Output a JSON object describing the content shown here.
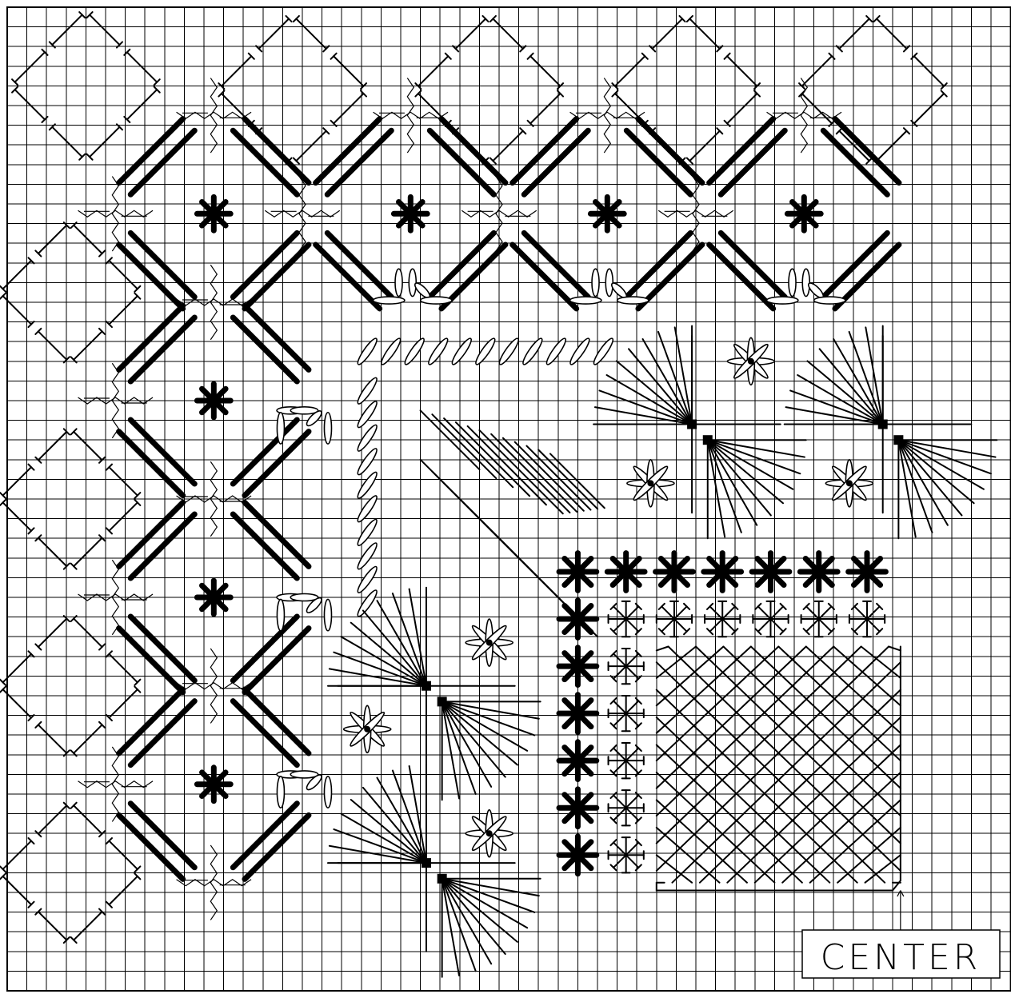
{
  "diagram": {
    "grid": {
      "cols": 51,
      "rows": 50
    },
    "center_label": "CENTER",
    "ink": "#000000",
    "paper": "#ffffff",
    "motifs": [
      "double-cross-border",
      "smyrna-star",
      "wavy-backstitch-cross",
      "laid-oval-cluster",
      "diagonal-satin-block",
      "ray-fan",
      "oval-star",
      "asterisk-band",
      "cross-hatch-square"
    ]
  }
}
